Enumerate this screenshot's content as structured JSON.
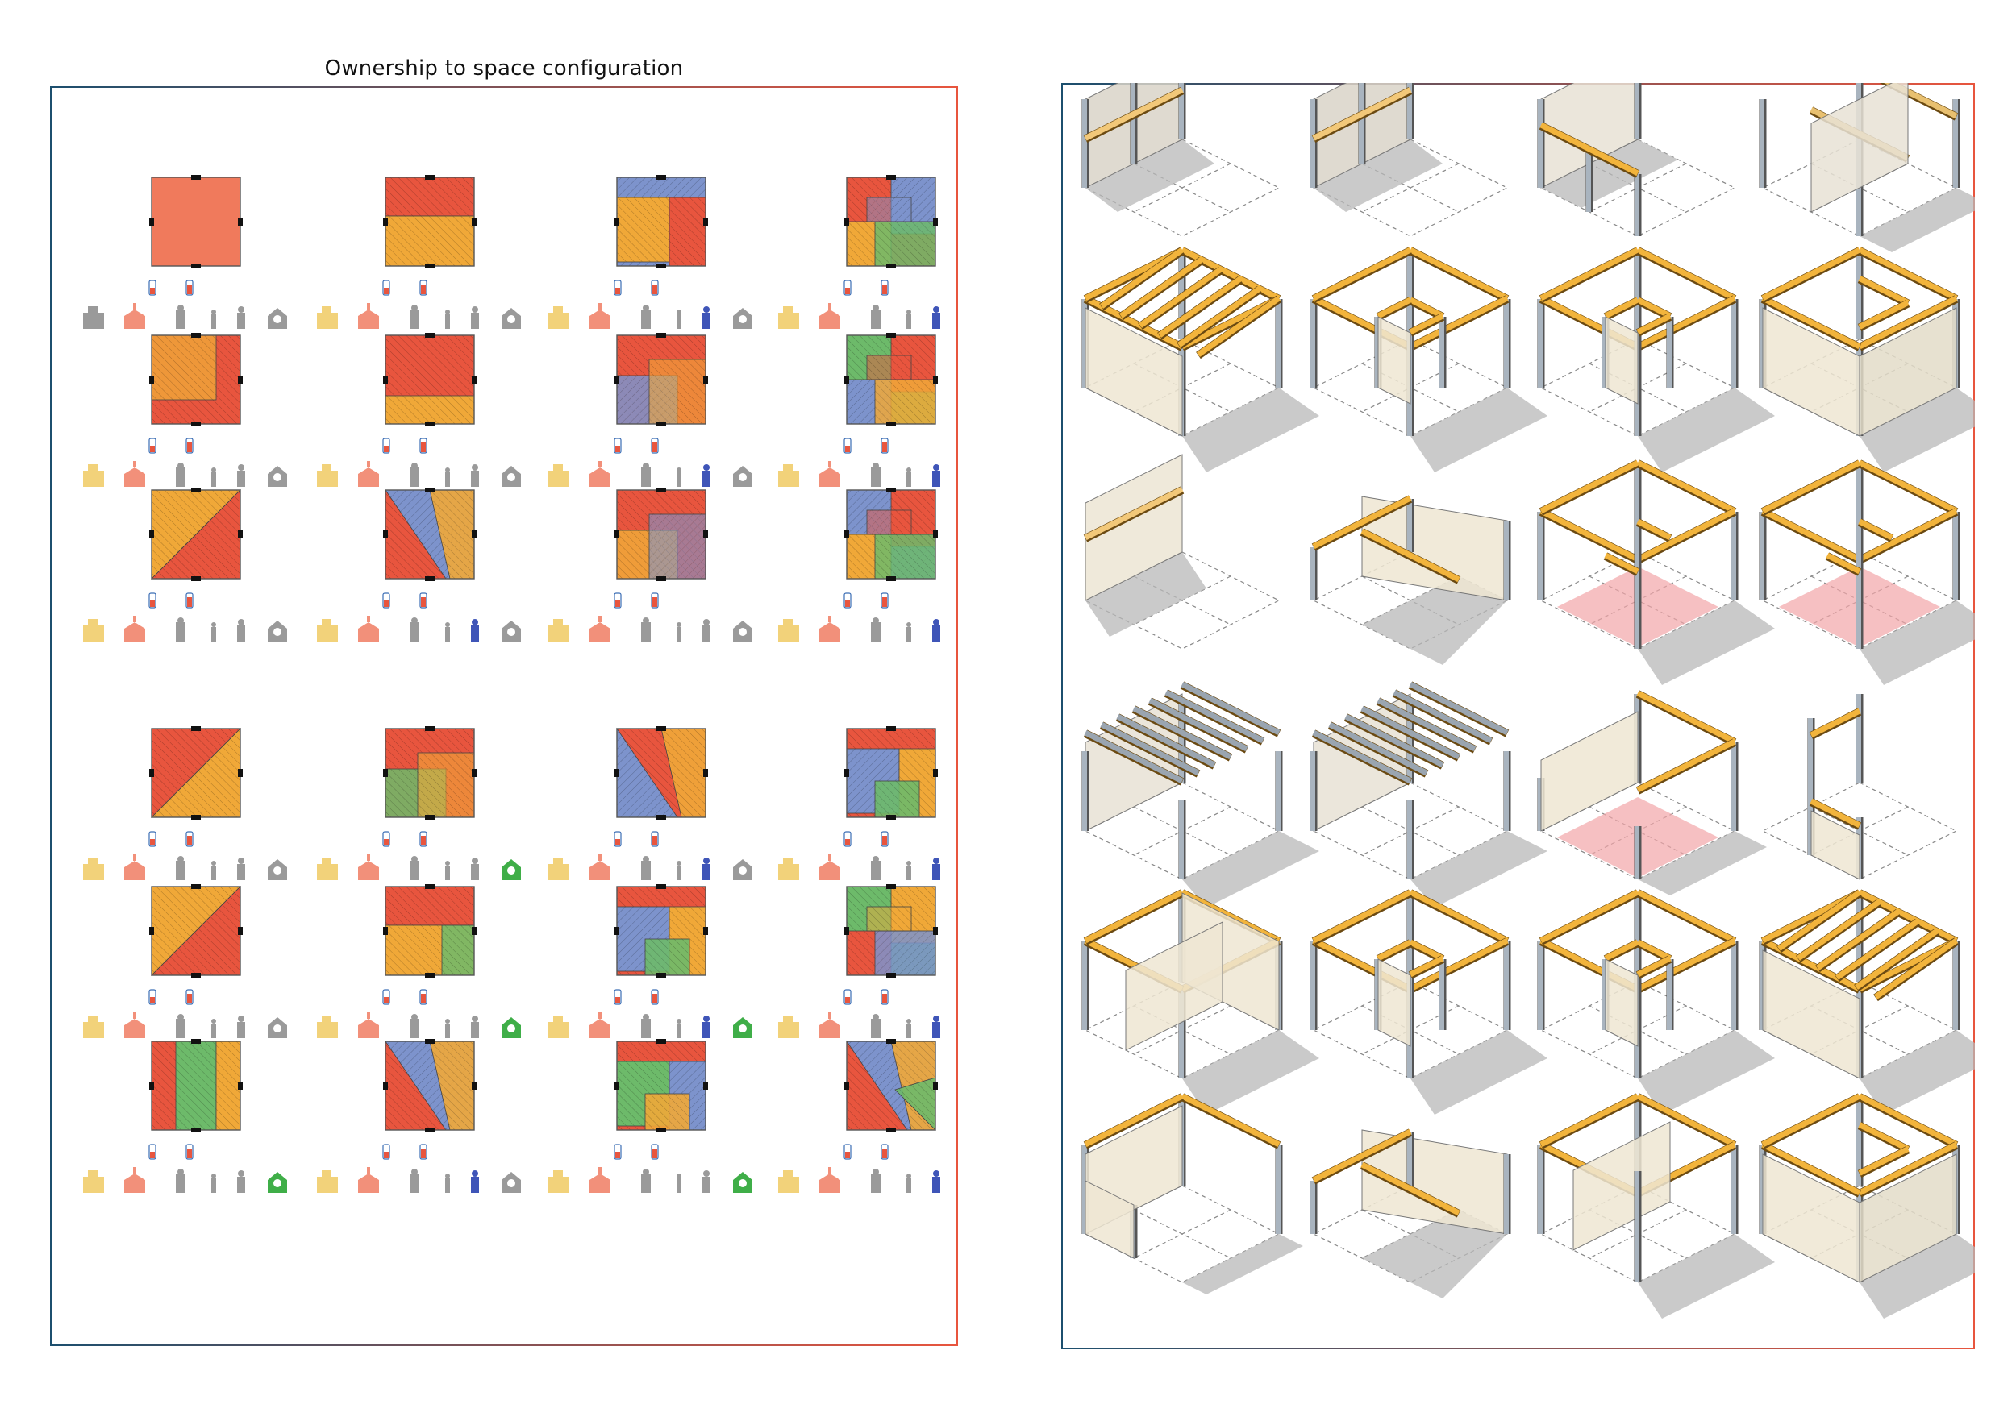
{
  "title": "Ownership to space configuration",
  "colors": {
    "red": "#e8553e",
    "salmon": "#f07a5c",
    "orange": "#f0a838",
    "blue": "#7d93cc",
    "green": "#6dba6a",
    "frame_left": "#1c4f6e",
    "frame_right": "#e8553e",
    "timber": "#f2b43c",
    "steel": "#a9b4bf",
    "panel_fill": "#efe6d2",
    "shadow": "#b8b8b8"
  },
  "legend_icons": [
    "developer-building-icon",
    "public-institution-icon",
    "landlord-icon",
    "tenant-icon",
    "cooperative-icon",
    "community-icon"
  ],
  "plans": [
    {
      "type": "full",
      "colors": [
        "salmon"
      ],
      "owners": [
        "gray",
        "red",
        "gray",
        "gray",
        "gray"
      ]
    },
    {
      "type": "hsplit",
      "colors": [
        "red",
        "orange"
      ],
      "owners": [
        "orange",
        "red",
        "gray",
        "gray",
        "gray"
      ]
    },
    {
      "type": "quad",
      "colors": [
        "blue",
        "orange",
        "red"
      ],
      "owners": [
        "orange",
        "red",
        "gray",
        "blue",
        "gray"
      ]
    },
    {
      "type": "grid",
      "colors": [
        "red",
        "blue",
        "orange",
        "green"
      ],
      "owners": [
        "orange",
        "red",
        "gray",
        "blue",
        "green"
      ]
    },
    {
      "type": "inset",
      "colors": [
        "red",
        "orange"
      ],
      "owners": [
        "orange",
        "red",
        "gray",
        "gray",
        "gray"
      ]
    },
    {
      "type": "hband",
      "colors": [
        "red",
        "orange"
      ],
      "owners": [
        "orange",
        "red",
        "gray",
        "gray",
        "gray"
      ]
    },
    {
      "type": "overlap",
      "colors": [
        "red",
        "blue",
        "orange"
      ],
      "owners": [
        "orange",
        "red",
        "gray",
        "blue",
        "gray"
      ]
    },
    {
      "type": "grid",
      "colors": [
        "green",
        "red",
        "blue",
        "orange"
      ],
      "owners": [
        "orange",
        "red",
        "gray",
        "blue",
        "green"
      ]
    },
    {
      "type": "diag",
      "colors": [
        "orange",
        "red"
      ],
      "owners": [
        "orange",
        "red",
        "gray",
        "gray",
        "gray"
      ]
    },
    {
      "type": "diag2",
      "colors": [
        "blue",
        "red",
        "orange"
      ],
      "owners": [
        "orange",
        "red",
        "gray",
        "blue",
        "gray"
      ]
    },
    {
      "type": "overlap",
      "colors": [
        "red",
        "orange",
        "blue"
      ],
      "owners": [
        "orange",
        "red",
        "gray",
        "gray",
        "gray"
      ]
    },
    {
      "type": "grid",
      "colors": [
        "blue",
        "red",
        "orange",
        "green"
      ],
      "owners": [
        "orange",
        "red",
        "gray",
        "blue",
        "green"
      ]
    },
    {
      "type": "diag",
      "colors": [
        "red",
        "orange"
      ],
      "owners": [
        "orange",
        "red",
        "gray",
        "gray",
        "gray"
      ]
    },
    {
      "type": "overlap",
      "colors": [
        "red",
        "green",
        "orange"
      ],
      "owners": [
        "orange",
        "red",
        "gray",
        "gray",
        "green"
      ]
    },
    {
      "type": "diag2",
      "colors": [
        "red",
        "blue",
        "orange"
      ],
      "owners": [
        "orange",
        "red",
        "gray",
        "blue",
        "gray"
      ]
    },
    {
      "type": "quad",
      "colors": [
        "red",
        "blue",
        "orange",
        "green"
      ],
      "owners": [
        "orange",
        "red",
        "gray",
        "blue",
        "gray"
      ]
    },
    {
      "type": "diag",
      "colors": [
        "orange",
        "red"
      ],
      "owners": [
        "orange",
        "red",
        "gray",
        "gray",
        "gray"
      ]
    },
    {
      "type": "hsplit",
      "colors": [
        "red",
        "orange",
        "green"
      ],
      "owners": [
        "orange",
        "red",
        "gray",
        "gray",
        "green"
      ]
    },
    {
      "type": "quad",
      "colors": [
        "red",
        "blue",
        "orange",
        "green"
      ],
      "owners": [
        "orange",
        "red",
        "gray",
        "blue",
        "green"
      ]
    },
    {
      "type": "grid",
      "colors": [
        "green",
        "orange",
        "red",
        "blue"
      ],
      "owners": [
        "orange",
        "red",
        "gray",
        "blue",
        "green"
      ]
    },
    {
      "type": "vsplit",
      "colors": [
        "red",
        "green",
        "orange"
      ],
      "owners": [
        "orange",
        "red",
        "gray",
        "gray",
        "green"
      ]
    },
    {
      "type": "diag2",
      "colors": [
        "blue",
        "red",
        "orange"
      ],
      "owners": [
        "orange",
        "red",
        "gray",
        "blue",
        "gray"
      ]
    },
    {
      "type": "quad",
      "colors": [
        "red",
        "green",
        "blue",
        "orange"
      ],
      "owners": [
        "orange",
        "red",
        "gray",
        "gray",
        "green"
      ]
    },
    {
      "type": "diag2",
      "colors": [
        "blue",
        "red",
        "orange",
        "green"
      ],
      "owners": [
        "orange",
        "red",
        "gray",
        "blue",
        "green"
      ]
    }
  ],
  "isos": [
    {
      "kind": "wall"
    },
    {
      "kind": "wall"
    },
    {
      "kind": "wallframe"
    },
    {
      "kind": "frames"
    },
    {
      "kind": "roof"
    },
    {
      "kind": "inner"
    },
    {
      "kind": "inner"
    },
    {
      "kind": "box"
    },
    {
      "kind": "lean"
    },
    {
      "kind": "angled"
    },
    {
      "kind": "innerpink"
    },
    {
      "kind": "innerpink"
    },
    {
      "kind": "gable"
    },
    {
      "kind": "gable"
    },
    {
      "kind": "pinkframe"
    },
    {
      "kind": "small"
    },
    {
      "kind": "plainpanel"
    },
    {
      "kind": "inner"
    },
    {
      "kind": "inner"
    },
    {
      "kind": "roof"
    },
    {
      "kind": "corner"
    },
    {
      "kind": "angled"
    },
    {
      "kind": "innerpanel"
    },
    {
      "kind": "box"
    }
  ]
}
